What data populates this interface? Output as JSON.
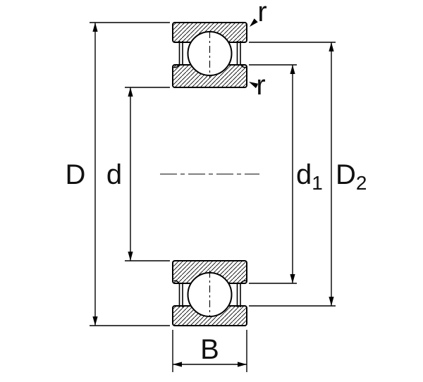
{
  "drawing": {
    "background": "#ffffff",
    "line_color": "#000000",
    "labels": {
      "outer_diameter": "D",
      "bore_diameter": "d",
      "d1_base": "d",
      "d1_sub": "1",
      "D2_base": "D",
      "D2_sub": "2",
      "r_top": "r",
      "r_bottom": "r",
      "width": "B"
    }
  }
}
